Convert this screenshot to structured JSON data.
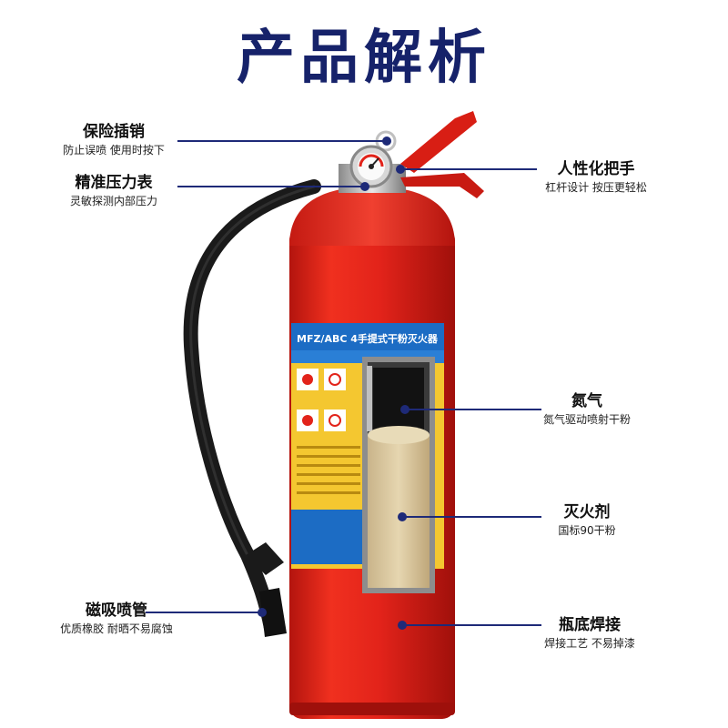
{
  "header": {
    "title": "产品解析"
  },
  "callouts": {
    "pin": {
      "label": "保险插销",
      "desc": "防止误喷 使用时按下"
    },
    "gauge": {
      "label": "精准压力表",
      "desc": "灵敏探测内部压力"
    },
    "hose": {
      "label": "磁吸喷管",
      "desc": "优质橡胶 耐晒不易腐蚀"
    },
    "handle": {
      "label": "人性化把手",
      "desc": "杠杆设计 按压更轻松"
    },
    "nitrogen": {
      "label": "氮气",
      "desc": "氮气驱动喷射干粉"
    },
    "agent": {
      "label": "灭火剂",
      "desc": "国标90干粉"
    },
    "weld": {
      "label": "瓶底焊接",
      "desc": "焊接工艺 不易掉漆"
    }
  },
  "product_label": {
    "model": "MFZ/ABC 4手提式干粉灭火器"
  },
  "colors": {
    "accent": "#1e2a78",
    "title": "#16226a",
    "cylinder": "#e2231a"
  }
}
